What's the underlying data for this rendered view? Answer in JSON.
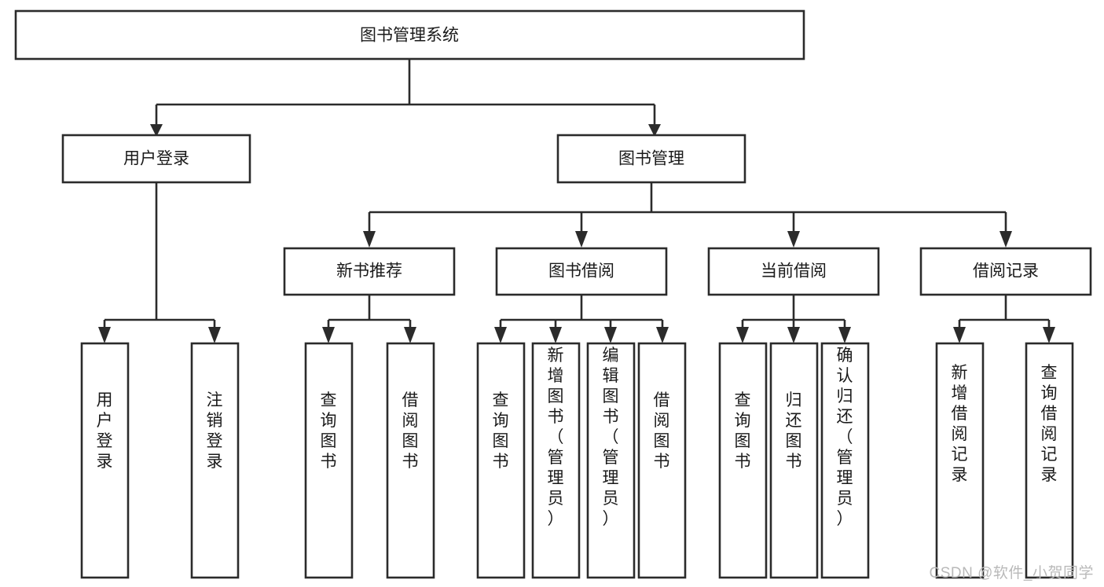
{
  "diagram": {
    "type": "tree",
    "orientation": "top-down",
    "root": {
      "label": "图书管理系统",
      "level": 1
    },
    "level2": [
      {
        "label": "用户登录"
      },
      {
        "label": "图书管理"
      }
    ],
    "level3": [
      {
        "label": "新书推荐",
        "parent": "图书管理"
      },
      {
        "label": "图书借阅",
        "parent": "图书管理"
      },
      {
        "label": "当前借阅",
        "parent": "图书管理"
      },
      {
        "label": "借阅记录",
        "parent": "图书管理"
      }
    ],
    "leaves": {
      "user_login": [
        {
          "label": "用户登录"
        },
        {
          "label": "注销登录"
        }
      ],
      "new_book_recommend": [
        {
          "label": "查询图书"
        },
        {
          "label": "借阅图书"
        }
      ],
      "book_borrow": [
        {
          "label": "查询图书"
        },
        {
          "label": "新增图书（管理员）"
        },
        {
          "label": "编辑图书（管理员）"
        },
        {
          "label": "借阅图书"
        }
      ],
      "current_borrow": [
        {
          "label": "查询图书"
        },
        {
          "label": "归还图书"
        },
        {
          "label": "确认归还（管理员）"
        }
      ],
      "borrow_record": [
        {
          "label": "新增借阅记录"
        },
        {
          "label": "查询借阅记录"
        }
      ]
    }
  },
  "watermark": {
    "text": "CSDN @软件_小贺同学"
  },
  "colors": {
    "background": "#ffffff",
    "box_fill": "#ffffff",
    "box_stroke": "#2b2b2b",
    "text": "#1a1a1a",
    "watermark": "#b9b9b9"
  }
}
